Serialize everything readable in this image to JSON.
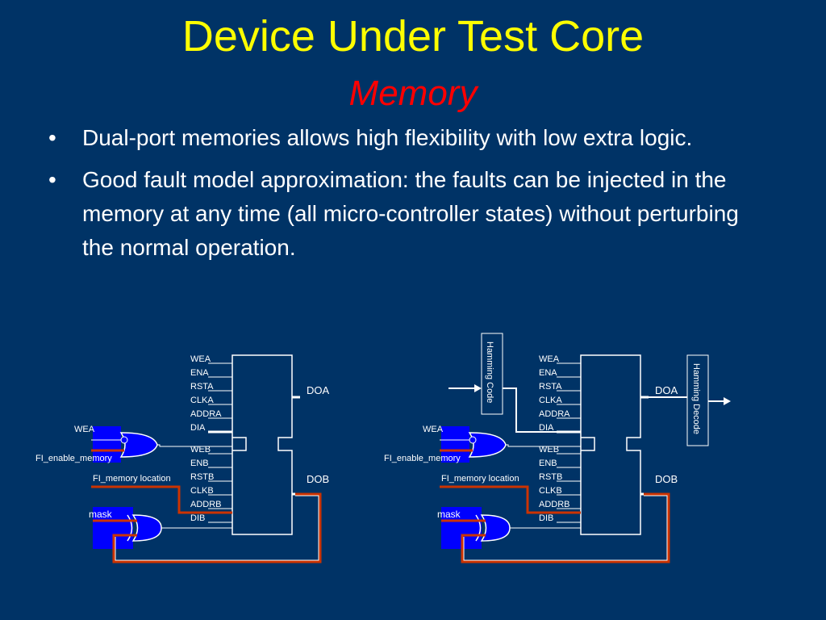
{
  "slide": {
    "title": "Device Under Test Core",
    "subtitle": "Memory",
    "bullet_symbol": "•",
    "bullets": [
      "Dual-port memories allows high flexibility with low extra logic.",
      "Good fault model approximation: the faults can be injected in the memory at any time (all micro-controller states) without perturbing the normal operation."
    ]
  },
  "diagram": {
    "port_a_labels": [
      "WEA",
      "ENA",
      "RSTA",
      "CLKA",
      "ADDRA",
      "DIA"
    ],
    "port_b_labels": [
      "WEB",
      "ENB",
      "RSTB",
      "CLKB",
      "ADDRB",
      "DIB"
    ],
    "doa": "DOA",
    "dob": "DOB",
    "wea": "WEA",
    "fi_enable": "FI_enable_memory",
    "fi_location": "FI_memory location",
    "mask": "mask",
    "hamming_code": "Hamming Code",
    "hamming_decode": "Hamming Decode"
  },
  "colors": {
    "background": "#003366",
    "title": "#ffff00",
    "subtitle": "#ff0000",
    "text": "#ffffff",
    "fault_wire": "#cc3300",
    "gate_fill": "#0000ff"
  }
}
